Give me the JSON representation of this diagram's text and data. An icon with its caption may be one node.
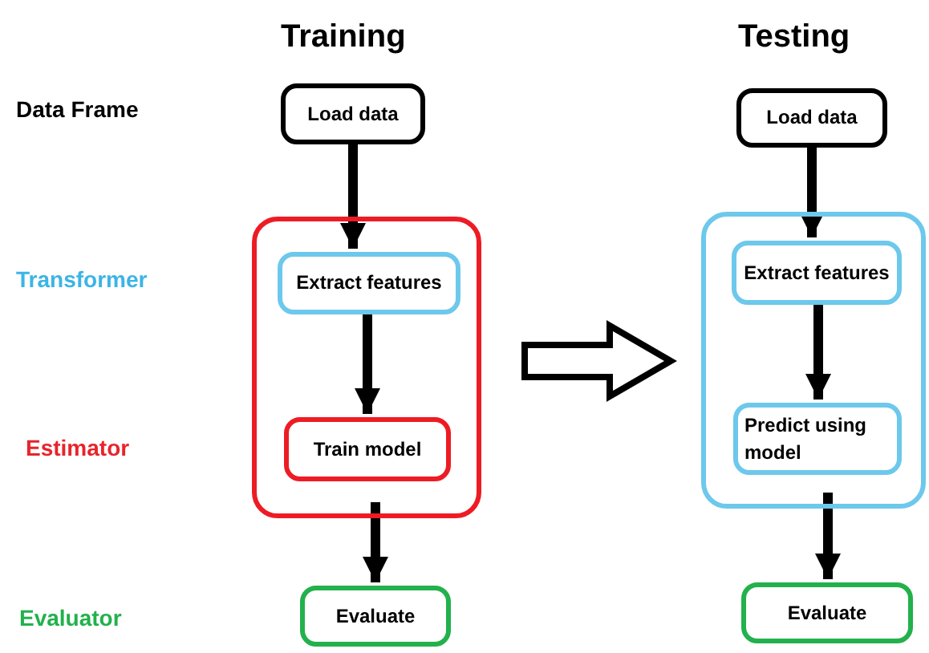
{
  "diagram": {
    "nodes": [
      {
        "text": [
          "Load data"
        ]
      },
      {
        "text": [],
        "shape": "box"
      },
      {
        "text": [
          "Extract features"
        ],
        "in": 1
      },
      {
        "text": [
          "Train model"
        ],
        "in": 1
      },
      {
        "text": [
          "Evaluate"
        ]
      },
      {
        "text": [
          "Load data"
        ]
      },
      {
        "text": [],
        "shape": "box"
      },
      {
        "text": [
          "Extract features"
        ],
        "in": 6
      },
      {
        "text": [
          "Predict using model"
        ],
        "in": 6
      },
      {
        "text": [
          "Evaluate"
        ]
      }
    ],
    "edges": [
      {
        "from": 0,
        "to": 2,
        "arrow": "to"
      },
      {
        "from": 2,
        "to": 3,
        "arrow": "to"
      },
      {
        "from": 1,
        "to": 4,
        "arrow": "to"
      },
      {
        "from": 1,
        "to": 6,
        "arrow": "to",
        "style": "thick"
      },
      {
        "from": 5,
        "to": 7,
        "arrow": "to"
      },
      {
        "from": 7,
        "to": 8,
        "arrow": "to"
      },
      {
        "from": 6,
        "to": 9,
        "arrow": "to"
      }
    ],
    "labels": [
      "Training",
      "Testing",
      "Data Frame",
      "Transformer",
      "Estimator",
      "Evaluator"
    ]
  }
}
